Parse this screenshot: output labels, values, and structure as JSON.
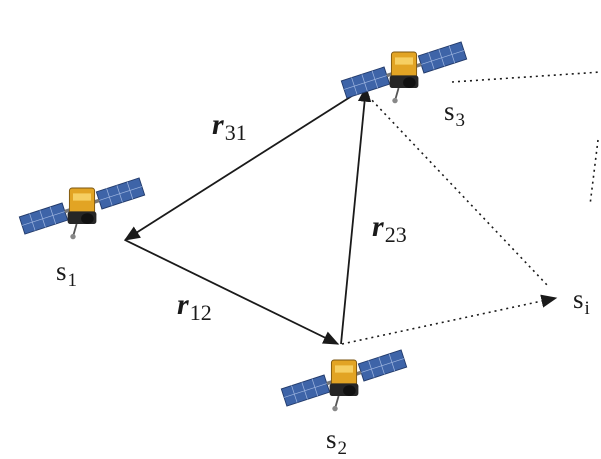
{
  "colors": {
    "line": "#1a1a1a",
    "panel": "#3a5fa0",
    "panel_dark": "#1e3566",
    "gold": "#e0a020",
    "body_dark": "#2a2a2a"
  },
  "vectors": [
    {
      "id": "r31",
      "main": "r",
      "sub": "31"
    },
    {
      "id": "r23",
      "main": "r",
      "sub": "23"
    },
    {
      "id": "r12",
      "main": "r",
      "sub": "12"
    }
  ],
  "satellites": [
    {
      "id": "s1",
      "main": "s",
      "sub": "1",
      "icon": "satellite-icon"
    },
    {
      "id": "s2",
      "main": "s",
      "sub": "2",
      "icon": "satellite-icon"
    },
    {
      "id": "s3",
      "main": "s",
      "sub": "3",
      "icon": "satellite-icon"
    },
    {
      "id": "si",
      "main": "s",
      "sub": "i"
    }
  ]
}
